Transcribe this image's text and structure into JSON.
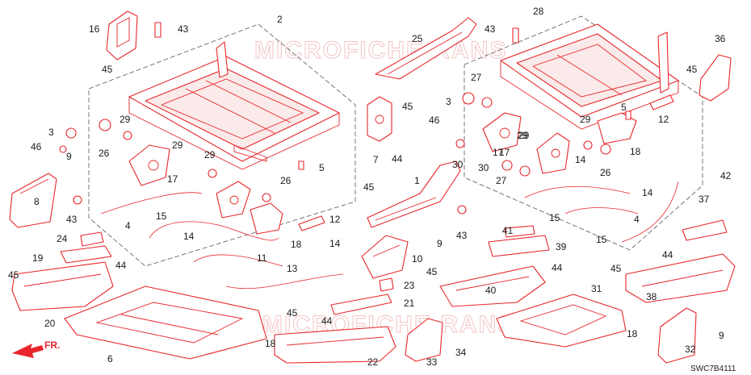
{
  "diagram": {
    "reference_code": "SWC7B4111",
    "front_marker": "FR.",
    "watermark": "MICROFICHE RANS",
    "colors": {
      "line": "#e8262a",
      "text": "#1a1a1a",
      "background": "#ffffff"
    },
    "callouts": [
      "16",
      "43",
      "2",
      "25",
      "43",
      "28",
      "36",
      "45",
      "45",
      "27",
      "3",
      "46",
      "29",
      "3",
      "45",
      "9",
      "17",
      "29",
      "29",
      "26",
      "5",
      "7",
      "44",
      "46",
      "30",
      "29",
      "17",
      "29",
      "5",
      "12",
      "8",
      "17",
      "29",
      "26",
      "30",
      "27",
      "14",
      "26",
      "18",
      "43",
      "4",
      "15",
      "14",
      "12",
      "45",
      "1",
      "42",
      "24",
      "14",
      "18",
      "11",
      "41",
      "9",
      "15",
      "14",
      "37",
      "19",
      "44",
      "10",
      "43",
      "4",
      "39",
      "15",
      "45",
      "13",
      "45",
      "44",
      "44",
      "23",
      "45",
      "40",
      "21",
      "31",
      "20",
      "45",
      "38",
      "44",
      "6",
      "18",
      "22",
      "33",
      "34",
      "18",
      "32",
      "9"
    ]
  }
}
